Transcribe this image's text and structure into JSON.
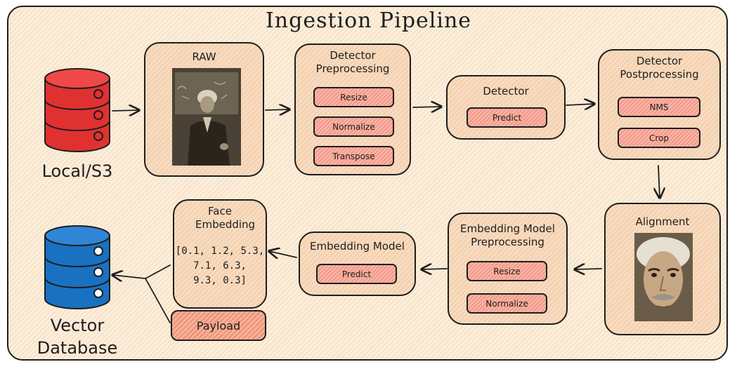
{
  "diagram": {
    "title": "Ingestion Pipeline",
    "source_label": "Local/S3",
    "raw_label": "RAW",
    "detector_preprocessing": {
      "title": "Detector Preprocessing",
      "steps": [
        "Resize",
        "Normalize",
        "Transpose"
      ]
    },
    "detector": {
      "title": "Detector",
      "steps": [
        "Predict"
      ]
    },
    "detector_postprocessing": {
      "title": "Detector Postprocessing",
      "steps": [
        "NMS",
        "Crop"
      ]
    },
    "alignment_label": "Alignment",
    "embedding_model_preprocessing": {
      "title": "Embedding Model Preprocessing",
      "steps": [
        "Resize",
        "Normalize"
      ]
    },
    "embedding_model": {
      "title": "Embedding Model",
      "steps": [
        "Predict"
      ]
    },
    "face_embedding": {
      "title": "Face Embedding",
      "values_lines": [
        "[0.1, 1.2, 5.3,",
        "7.1, 6.3,",
        "9.3, 0.3]"
      ]
    },
    "payload_label": "Payload",
    "destination_label": "Vector Database",
    "colors": {
      "source_db": "#e03131",
      "destination_db": "#1971c2",
      "step_fill": "#f9b7a8",
      "box_fill": "#f8dcc0",
      "background": "#fcefdc",
      "stroke": "#1e1e1e"
    },
    "icons": [
      "red-database-icon",
      "blue-database-icon",
      "portrait-photo-icon",
      "face-closeup-photo-icon"
    ]
  }
}
